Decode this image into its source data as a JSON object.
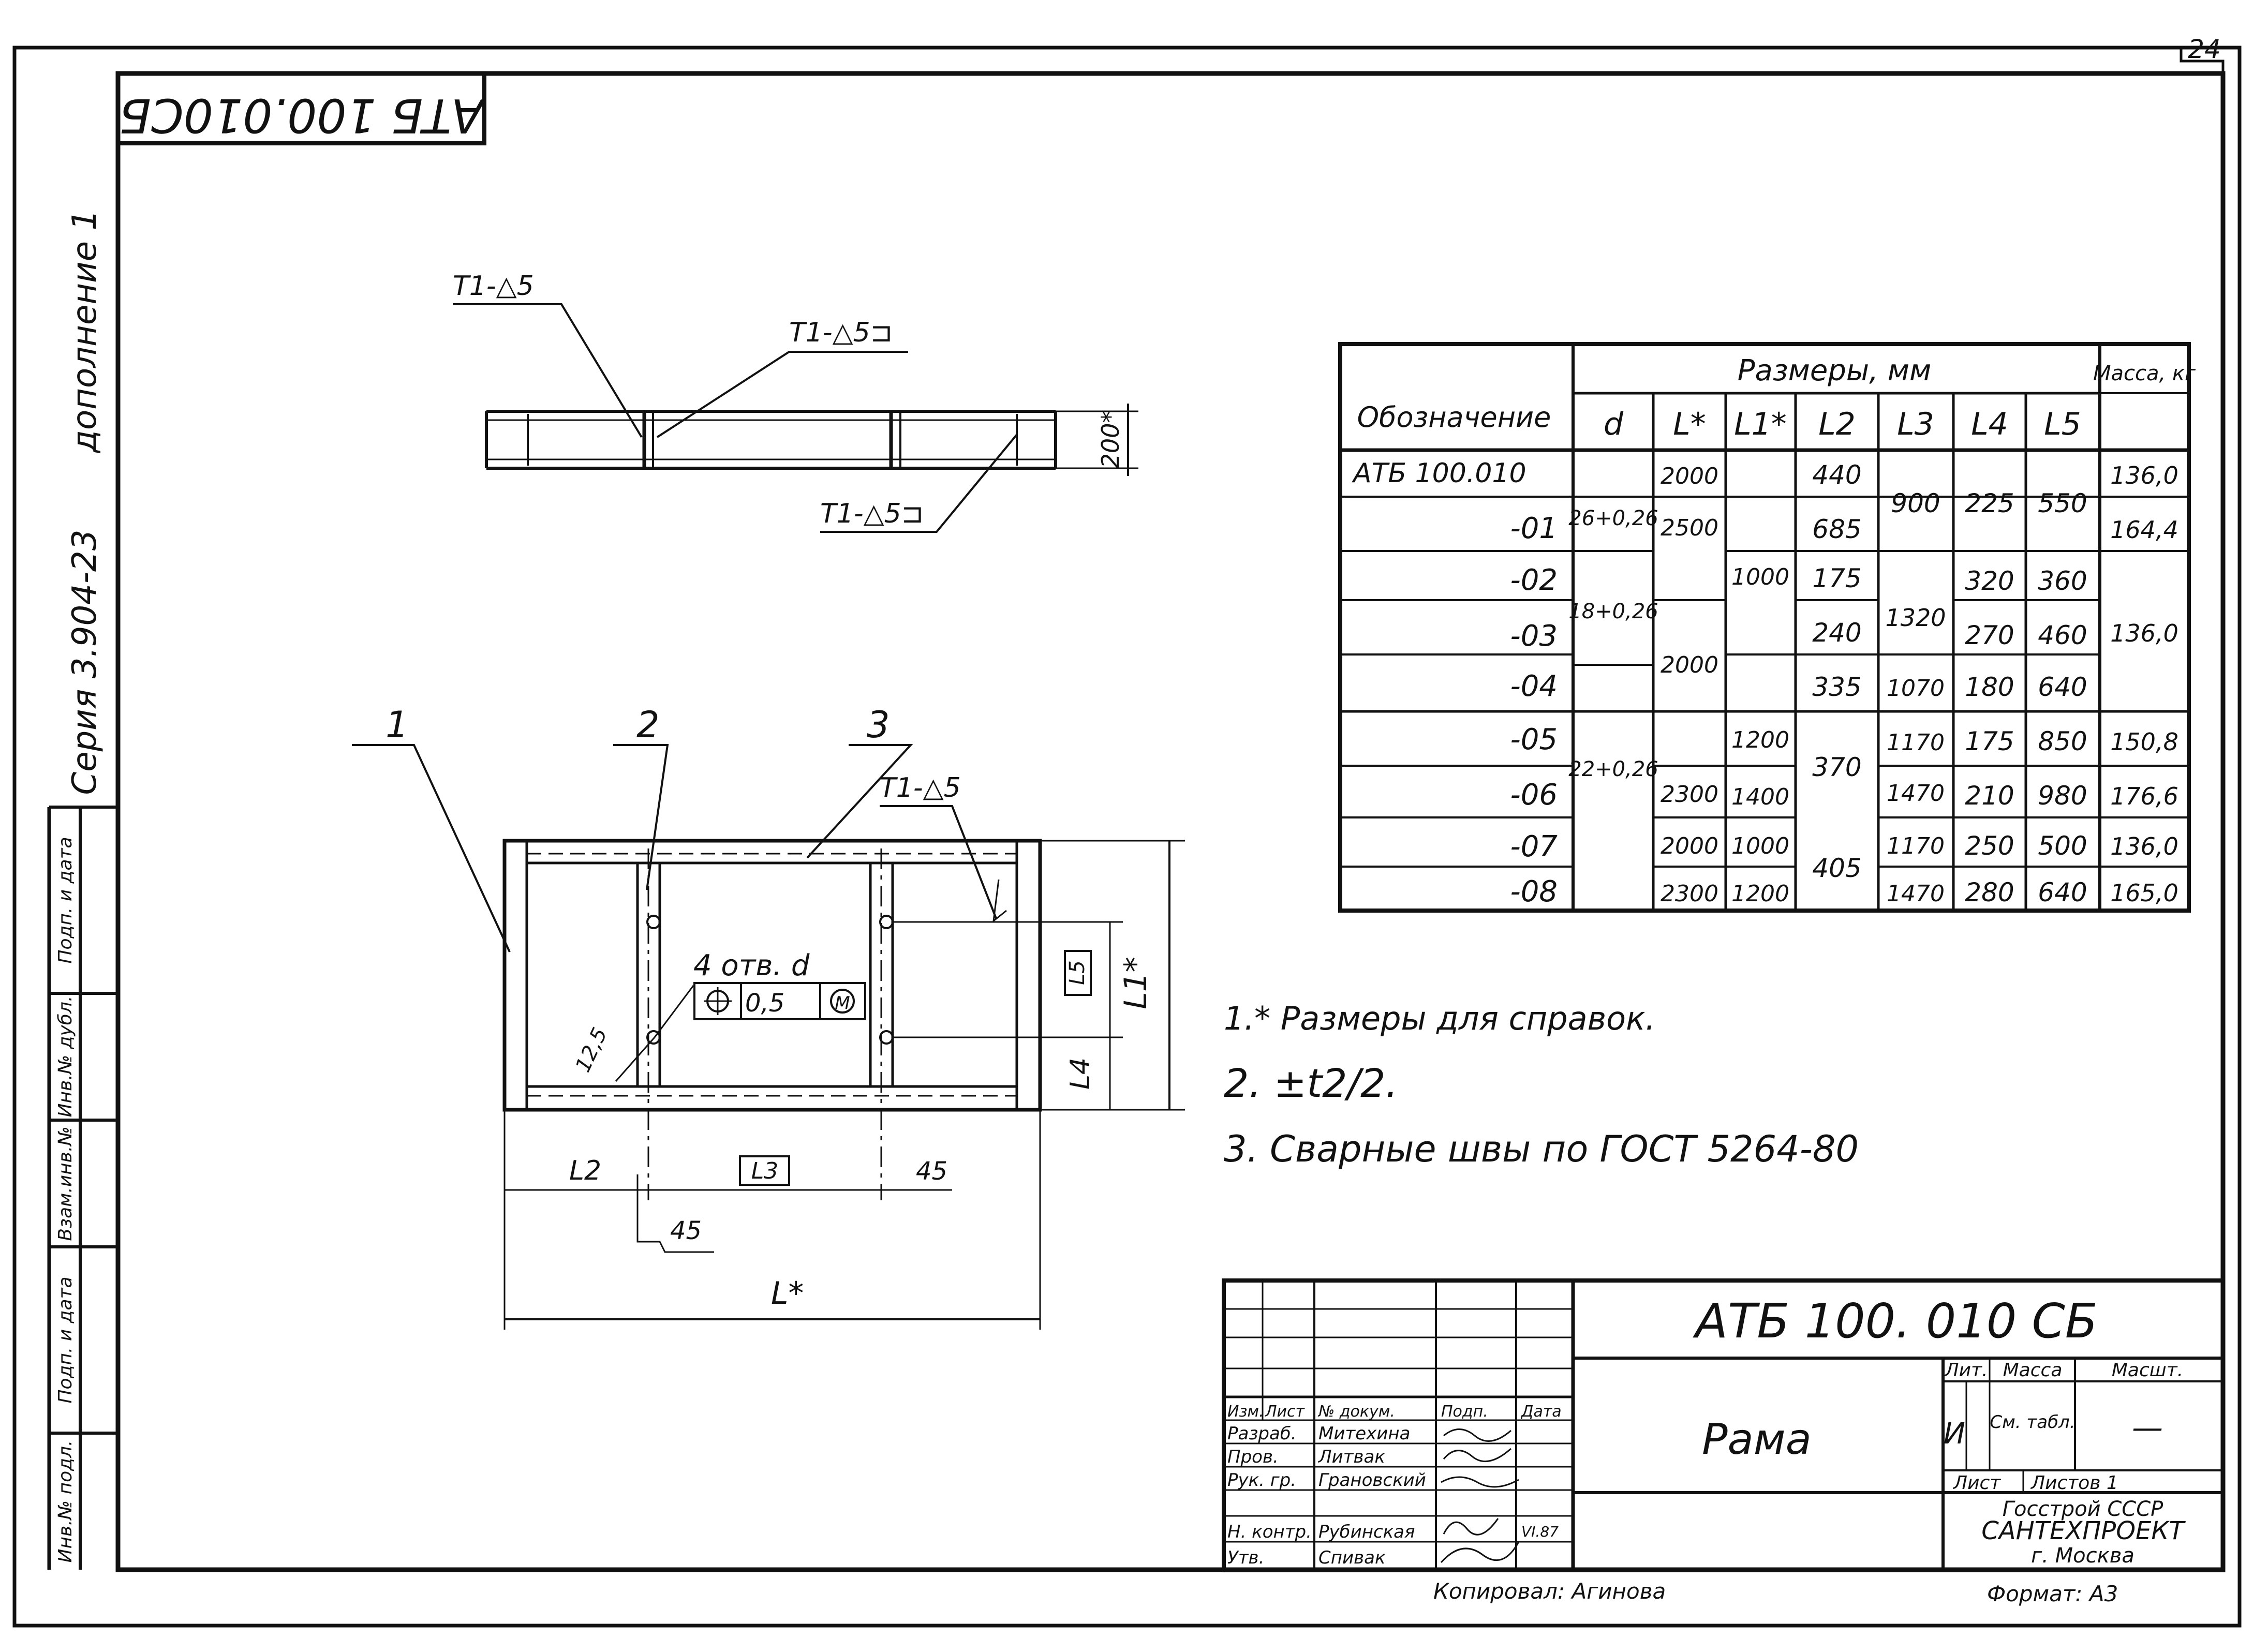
{
  "sheet_number": "24",
  "stamp_code": "АТБ 100.010СБ",
  "left_margin": {
    "series": "Серия 3.904-23",
    "addendum": "дополнение 1",
    "cells": [
      "Подп. и дата",
      "Инв.№ дубл.",
      "Взам.инв.№",
      "Подп. и дата",
      "Инв.№ подл."
    ]
  },
  "top_view": {
    "weld_marks": [
      "Т1-△5",
      "Т1-△5⊐",
      "Т1-△5⊐"
    ],
    "height_dim": "200*"
  },
  "plan_view": {
    "callouts": [
      "1",
      "2",
      "3"
    ],
    "weld_mark": "Т1-△5",
    "hole_note": "4 отв. d",
    "tolerance_value": "0,5",
    "chamfer": "12,5",
    "dims": {
      "l2": "L2",
      "l3": "L3",
      "l_star": "L*",
      "l1_star": "L1*",
      "l4": "L4",
      "l5": "L5",
      "offset_a": "45",
      "offset_b": "45"
    }
  },
  "table": {
    "header_group": "Размеры, мм",
    "col_designation": "Обозначение",
    "col_mass": "Масса, кг",
    "cols": [
      "d",
      "L*",
      "L1*",
      "L2",
      "L3",
      "L4",
      "L5"
    ],
    "rows": [
      {
        "designation": "АТБ 100.010",
        "L": "2000",
        "L2": "440",
        "mass": "136,0"
      },
      {
        "designation": "-01",
        "L": "2500",
        "L2": "685",
        "mass": "164,4"
      },
      {
        "designation": "-02",
        "L2": "175",
        "L4": "320",
        "L5": "360"
      },
      {
        "designation": "-03",
        "L2": "240",
        "L4": "270",
        "L5": "460"
      },
      {
        "designation": "-04",
        "L2": "335",
        "L3": "1070",
        "L4": "180",
        "L5": "640"
      },
      {
        "designation": "-05",
        "L1": "1200",
        "L3": "1170",
        "L4": "175",
        "L5": "850",
        "mass": "150,8"
      },
      {
        "designation": "-06",
        "L": "2300",
        "L1": "1400",
        "L3": "1470",
        "L4": "210",
        "L5": "980",
        "mass": "176,6"
      },
      {
        "designation": "-07",
        "L": "2000",
        "L1": "1000",
        "L3": "1170",
        "L4": "250",
        "L5": "500",
        "mass": "136,0"
      },
      {
        "designation": "-08",
        "L": "2300",
        "L1": "1200",
        "L3": "1470",
        "L4": "280",
        "L5": "640",
        "mass": "165,0"
      }
    ],
    "merged": {
      "d_1": "26+0,26",
      "d_2": "18+0,26",
      "d_3": "22+0,26",
      "L_2000": "2000",
      "L1_1000": "1000",
      "L3_900": "900",
      "L4_225": "225",
      "L5_550": "550",
      "L3_1320": "1320",
      "mass_136": "136,0",
      "L2_370": "370",
      "L2_405": "405"
    }
  },
  "notes": [
    "1.* Размеры для справок.",
    "2. ±t2/2.",
    "3. Сварные швы по ГОСТ 5264-80"
  ],
  "title_block": {
    "code": "АТБ 100. 010 СБ",
    "name": "Рама",
    "head": [
      "Изм.",
      "Лист",
      "№ докум.",
      "Подп.",
      "Дата"
    ],
    "roles": [
      {
        "role": "Разраб.",
        "name": "Митехина"
      },
      {
        "role": "Пров.",
        "name": "Литвак"
      },
      {
        "role": "Рук. гр.",
        "name": "Грановский"
      },
      {
        "role": "Н. контр.",
        "name": "Рубинская",
        "date": "VI.87"
      },
      {
        "role": "Утв.",
        "name": "Спивак"
      }
    ],
    "lit": "Лит.",
    "mass": "Масса",
    "scale": "Масшт.",
    "lit_value": "И",
    "mass_value": "См. табл.",
    "scale_value": "—",
    "sheet_label": "Лист",
    "sheets_label": "Листов 1",
    "org1": "Госстрой СССР",
    "org2": "САНТЕХПРОЕКТ",
    "org3": "г. Москва",
    "copied": "Копировал: Агинова",
    "format": "Формат: А3"
  }
}
